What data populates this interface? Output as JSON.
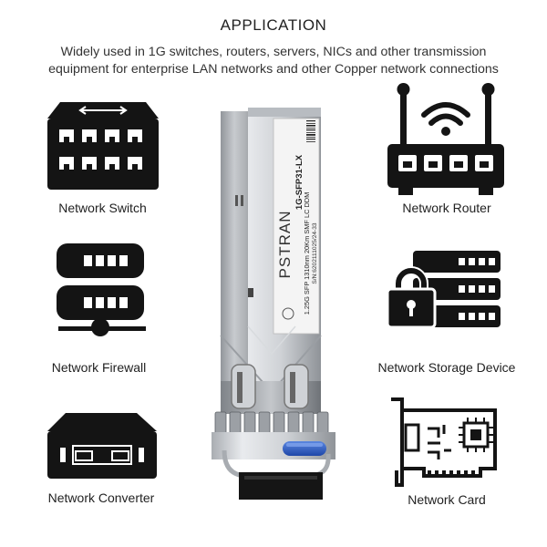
{
  "header": {
    "title": "APPLICATION",
    "line1": "Widely used in 1G switches, routers, servers, NICs and other transmission",
    "line2": "equipment for enterprise LAN networks and other Copper network connections"
  },
  "devices": {
    "switch": "Network Switch",
    "router": "Network Router",
    "firewall": "Network Firewall",
    "storage": "Network Storage Device",
    "converter": "Network Converter",
    "card": "Network Card"
  },
  "module": {
    "brand": "PSTRAN",
    "model": "1G-SFP31-LX",
    "spec": "1.25G SFP 1310nm 20Km SMF LC DDM",
    "serial": "S/N:6202111025/24-33"
  },
  "colors": {
    "icon": "#141414",
    "latch": "#2f5fc4",
    "metal": "#c8cbcf"
  }
}
